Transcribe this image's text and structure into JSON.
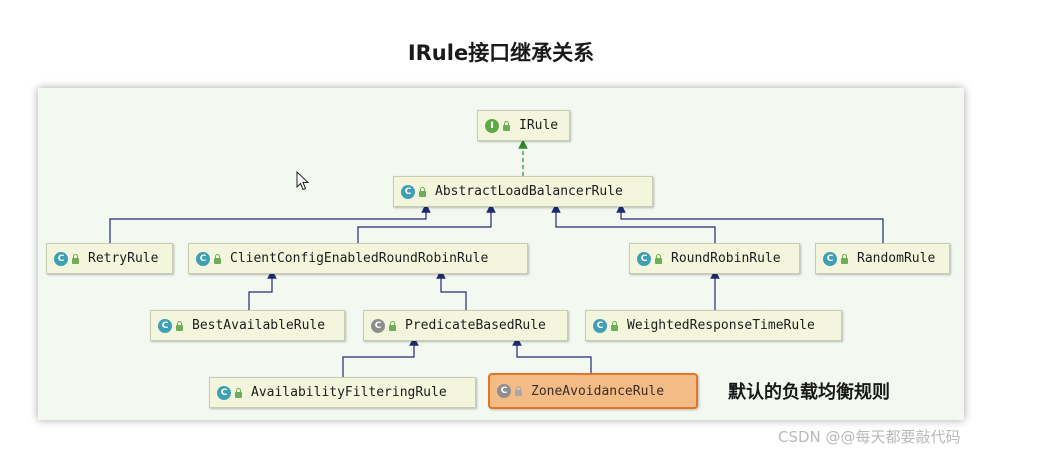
{
  "title": "IRule接口继承关系",
  "nodes": {
    "irule": {
      "label": "IRule",
      "kind": "interface",
      "badge": "I"
    },
    "abstract_lb": {
      "label": "AbstractLoadBalancerRule",
      "kind": "abstract-class",
      "badge": "C"
    },
    "retry": {
      "label": "RetryRule",
      "kind": "class",
      "badge": "C"
    },
    "client_config_rr": {
      "label": "ClientConfigEnabledRoundRobinRule",
      "kind": "class",
      "badge": "C"
    },
    "round_robin": {
      "label": "RoundRobinRule",
      "kind": "class",
      "badge": "C"
    },
    "random": {
      "label": "RandomRule",
      "kind": "class",
      "badge": "C"
    },
    "best_available": {
      "label": "BestAvailableRule",
      "kind": "class",
      "badge": "C"
    },
    "predicate_based": {
      "label": "PredicateBasedRule",
      "kind": "abstract-class",
      "badge": "C"
    },
    "weighted_rt": {
      "label": "WeightedResponseTimeRule",
      "kind": "class",
      "badge": "C"
    },
    "availability_filtering": {
      "label": "AvailabilityFilteringRule",
      "kind": "class",
      "badge": "C"
    },
    "zone_avoidance": {
      "label": "ZoneAvoidanceRule",
      "kind": "class",
      "badge": "C",
      "highlighted": true
    }
  },
  "relations": [
    {
      "from": "abstract_lb",
      "to": "irule",
      "type": "implements"
    },
    {
      "from": "retry",
      "to": "abstract_lb",
      "type": "extends"
    },
    {
      "from": "client_config_rr",
      "to": "abstract_lb",
      "type": "extends"
    },
    {
      "from": "round_robin",
      "to": "abstract_lb",
      "type": "extends"
    },
    {
      "from": "random",
      "to": "abstract_lb",
      "type": "extends"
    },
    {
      "from": "best_available",
      "to": "client_config_rr",
      "type": "extends"
    },
    {
      "from": "predicate_based",
      "to": "client_config_rr",
      "type": "extends"
    },
    {
      "from": "weighted_rt",
      "to": "round_robin",
      "type": "extends"
    },
    {
      "from": "availability_filtering",
      "to": "predicate_based",
      "type": "extends"
    },
    {
      "from": "zone_avoidance",
      "to": "predicate_based",
      "type": "extends"
    }
  ],
  "note": "默认的负载均衡规则",
  "watermark": "CSDN @@每天都要敲代码",
  "colors": {
    "panel_bg": "#f3f8f1",
    "node_bg": "#f3f5dd",
    "highlight_bg": "#f3bb86",
    "highlight_border": "#e3752a",
    "extends_edge": "#1f2b73",
    "implements_edge": "#2f8a2f",
    "class_badge": "#3e9fb5",
    "interface_badge": "#5fa845"
  }
}
